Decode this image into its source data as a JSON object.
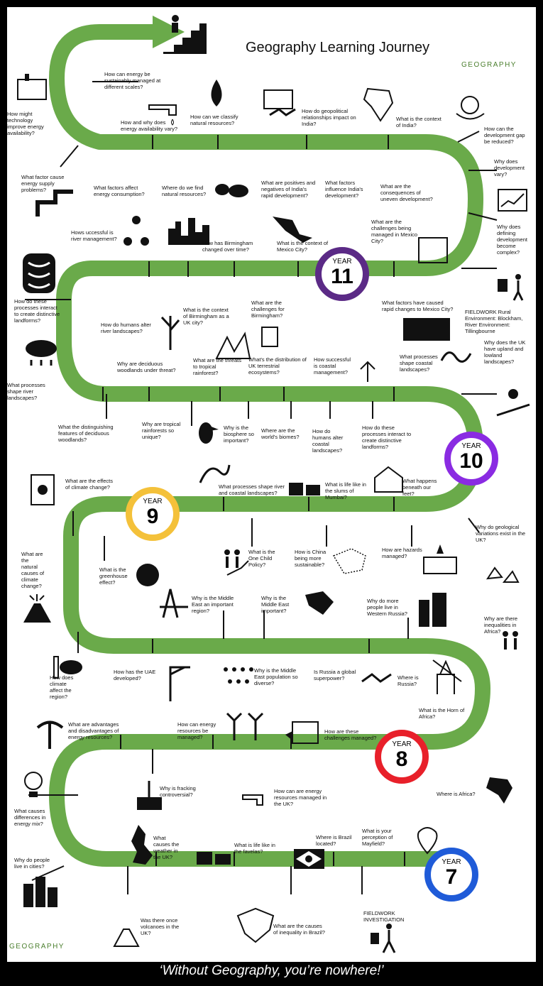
{
  "title": "Geography Learning Journey",
  "brand": "GEOGRAPHY",
  "footer": "‘Without Geography, you’re nowhere!’",
  "years": [
    {
      "label": "YEAR",
      "number": "11",
      "color": "#5b2a86"
    },
    {
      "label": "YEAR",
      "number": "10",
      "color": "#8a2be2"
    },
    {
      "label": "YEAR",
      "number": "9",
      "color": "#f4c13a"
    },
    {
      "label": "YEAR",
      "number": "8",
      "color": "#e8202a"
    },
    {
      "label": "YEAR",
      "number": "7",
      "color": "#1f5bd8"
    }
  ],
  "questions": [
    "How can energy be sustainably managed at different scales?",
    "How might technology improve energy availability?",
    "How and why does energy availability vary?",
    "How can we classify natural resources?",
    "How do geopolitical relationships impact on India?",
    "What is the context of India?",
    "How can the development gap be reduced?",
    "Why does development vary?",
    "What factor cause energy supply problems?",
    "What factors affect energy consumption?",
    "Where do we find natural resources?",
    "What are positives and negatives of India's rapid development?",
    "What factors influence India's development?",
    "What are the consequences of uneven development?",
    "Hows uccessful is river management?",
    "How has Birmingham changed over time?",
    "What is the context of Mexico City?",
    "What are the challenges being managed in Mexico City?",
    "Why does defining development become complex?",
    "How do these processes interact to create distinctive landforms?",
    "How do humans alter river landscapes?",
    "What is the context of Birmingham as a UK city?",
    "What are the challenges for Birmingham?",
    "What factors have caused rapid changes to Mexico City?",
    "FIELDWORK Rural Environment: Blockham, River Environment: Tillingbourne",
    "Why are deciduous woodlands under threat?",
    "What are the threats to tropical rainforest?",
    "What's the distribution of UK terrestrial ecosystems?",
    "How successful is coastal management?",
    "What processes shape coastal landscapes?",
    "Why does the UK have upland and lowland landscapes?",
    "What processes shape river landscapes?",
    "What the distinguishing features of deciduous woodlands?",
    "Why are tropical rainforests so unique?",
    "Why is the biosphere so important?",
    "Where are the world's biomes?",
    "How do humans alter coastal landscapes?",
    "How do these processes interact to create distinctive landforms?",
    "What are the effects of climate change?",
    "What processes shape river and coastal landscapes?",
    "What is life like in the slums of Mumbai?",
    "What happens beneath our feet?",
    "Why do geological variations exist in the UK?",
    "What are the natural causes of climate change?",
    "What is the greenhouse effect?",
    "What is the One Child Policy?",
    "How is China being more sustainable?",
    "How are hazards managed?",
    "Why is the Middle East an important region?",
    "Why is the Middle East important?",
    "Why do more people live in Western Russia?",
    "Why are there inequalities in Africa?",
    "How does climate affect the region?",
    "How has the UAE developed?",
    "Why is the Middle East population so diverse?",
    "Is Russia a global superpower?",
    "Where is Russia?",
    "What is the Horn of Africa?",
    "What are advantages and disadvantages of energy resources?",
    "How can energy resources be managed?",
    "How are these challenges managed?",
    "Why is fracking controversial?",
    "How can are energy resources managed in the UK?",
    "Where is Africa?",
    "What causes differences in energy mix?",
    "What causes the weather in the UK?",
    "What is life like in the favelas?",
    "Where is Brazil located?",
    "What is your perception of Mayfield?",
    "Why do people live in cities?",
    "Was there once volcanoes in the UK?",
    "What are the causes of inequality in Brazil?",
    "FIELDWORK INVESTIGATION"
  ],
  "icons": [
    "person-climbing-stairs-icon",
    "factory-icon",
    "tap-icon",
    "oil-drop-icon",
    "server-icon",
    "handshake-icon",
    "india-map-icon",
    "hands-globe-icon",
    "chart-board-icon",
    "pipes-icon",
    "world-map-icon",
    "city-skyline-icon",
    "people-network-icon",
    "mexico-map-icon",
    "dam-icon",
    "river-wave-icon",
    "rain-cloud-icon",
    "bin-icon",
    "hiker-icon",
    "bridge-icon",
    "tree-icon",
    "ruins-icon",
    "wave-icon",
    "sun-landscape-icon",
    "rainforest-icon",
    "toucan-icon",
    "mumbai-houses-icon",
    "house-icon",
    "scroll-icon",
    "globe-icon",
    "family-icon",
    "china-map-icon",
    "hazard-icon",
    "rocks-icon",
    "oil-rig-icon",
    "middle-east-map-icon",
    "buildings-icon",
    "volcano-icon",
    "weather-icon",
    "crane-icon",
    "crowd-icon",
    "handshake-icon",
    "russia-building-icon",
    "pickaxe-icon",
    "wind-turbine-icon",
    "presentation-icon",
    "lightbulb-icon",
    "fracking-icon",
    "africa-map-icon",
    "uk-map-icon",
    "brazil-flag-icon",
    "location-pin-icon",
    "brazil-map-icon"
  ]
}
